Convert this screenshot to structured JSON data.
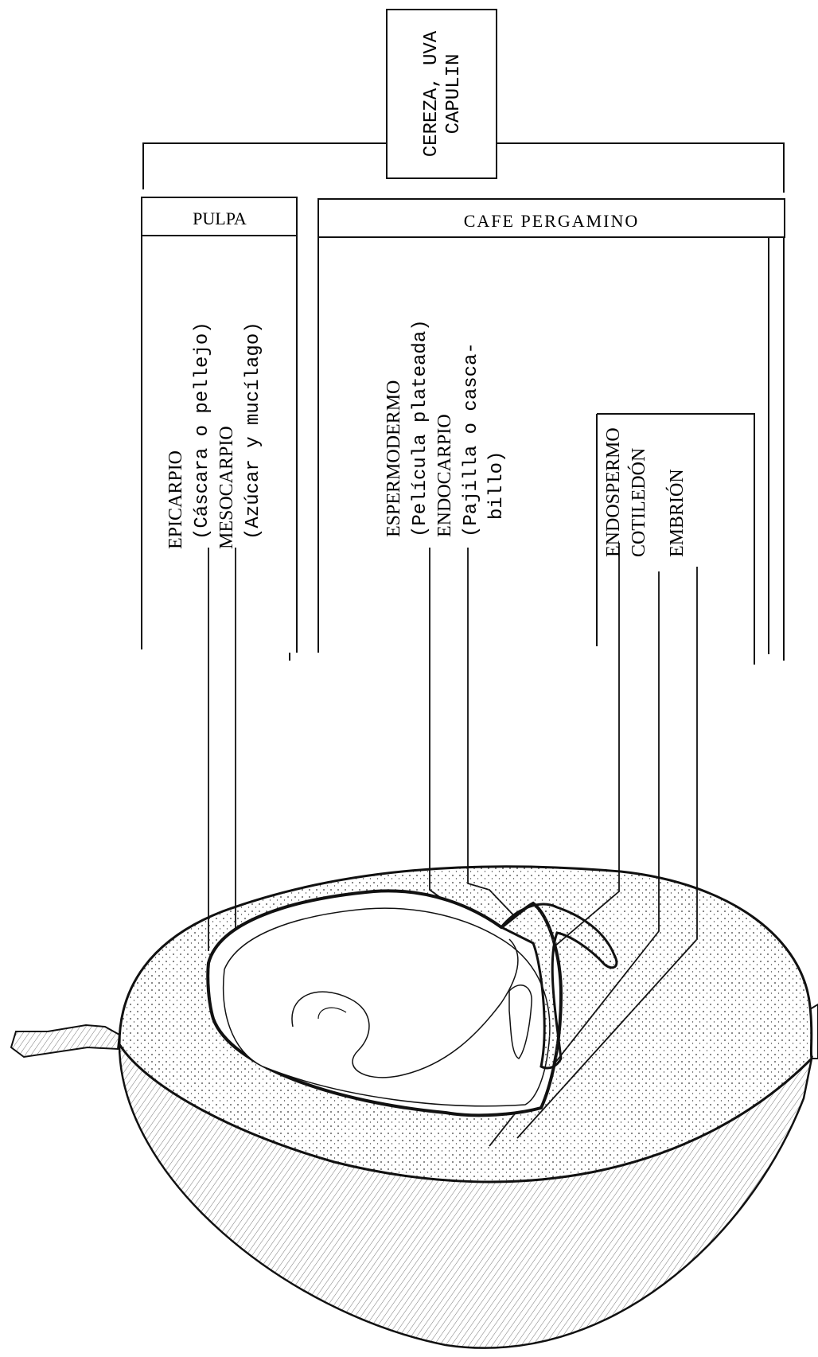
{
  "colors": {
    "ink": "#111111",
    "paper": "#ffffff",
    "stipple": "#333333"
  },
  "top_box": {
    "line1": "CEREZA, UVA",
    "line2": "CAPULIN"
  },
  "pulpa": {
    "header": "PULPA",
    "epicarpio": "EPICARPIO",
    "epicarpio_note": "(Cáscara o pellejo)",
    "mesocarpio": "MESOCARPIO",
    "mesocarpio_note": "(Azúcar y mucílago)"
  },
  "pergamino": {
    "header": "CAFE PERGAMINO",
    "espermodermo": "ESPERMODERMO",
    "espermodermo_note": "(Película plateada)",
    "endocarpio": "ENDOCARPIO",
    "endocarpio_note_1": "(Pajilla o casca-",
    "endocarpio_note_2": "billo)",
    "endospermo": "ENDOSPERMO",
    "cotiledon": "COTILEDÓN",
    "embrion": "EMBRIÓN"
  },
  "illustration": {
    "subject": "cross-section of coffee cherry"
  }
}
